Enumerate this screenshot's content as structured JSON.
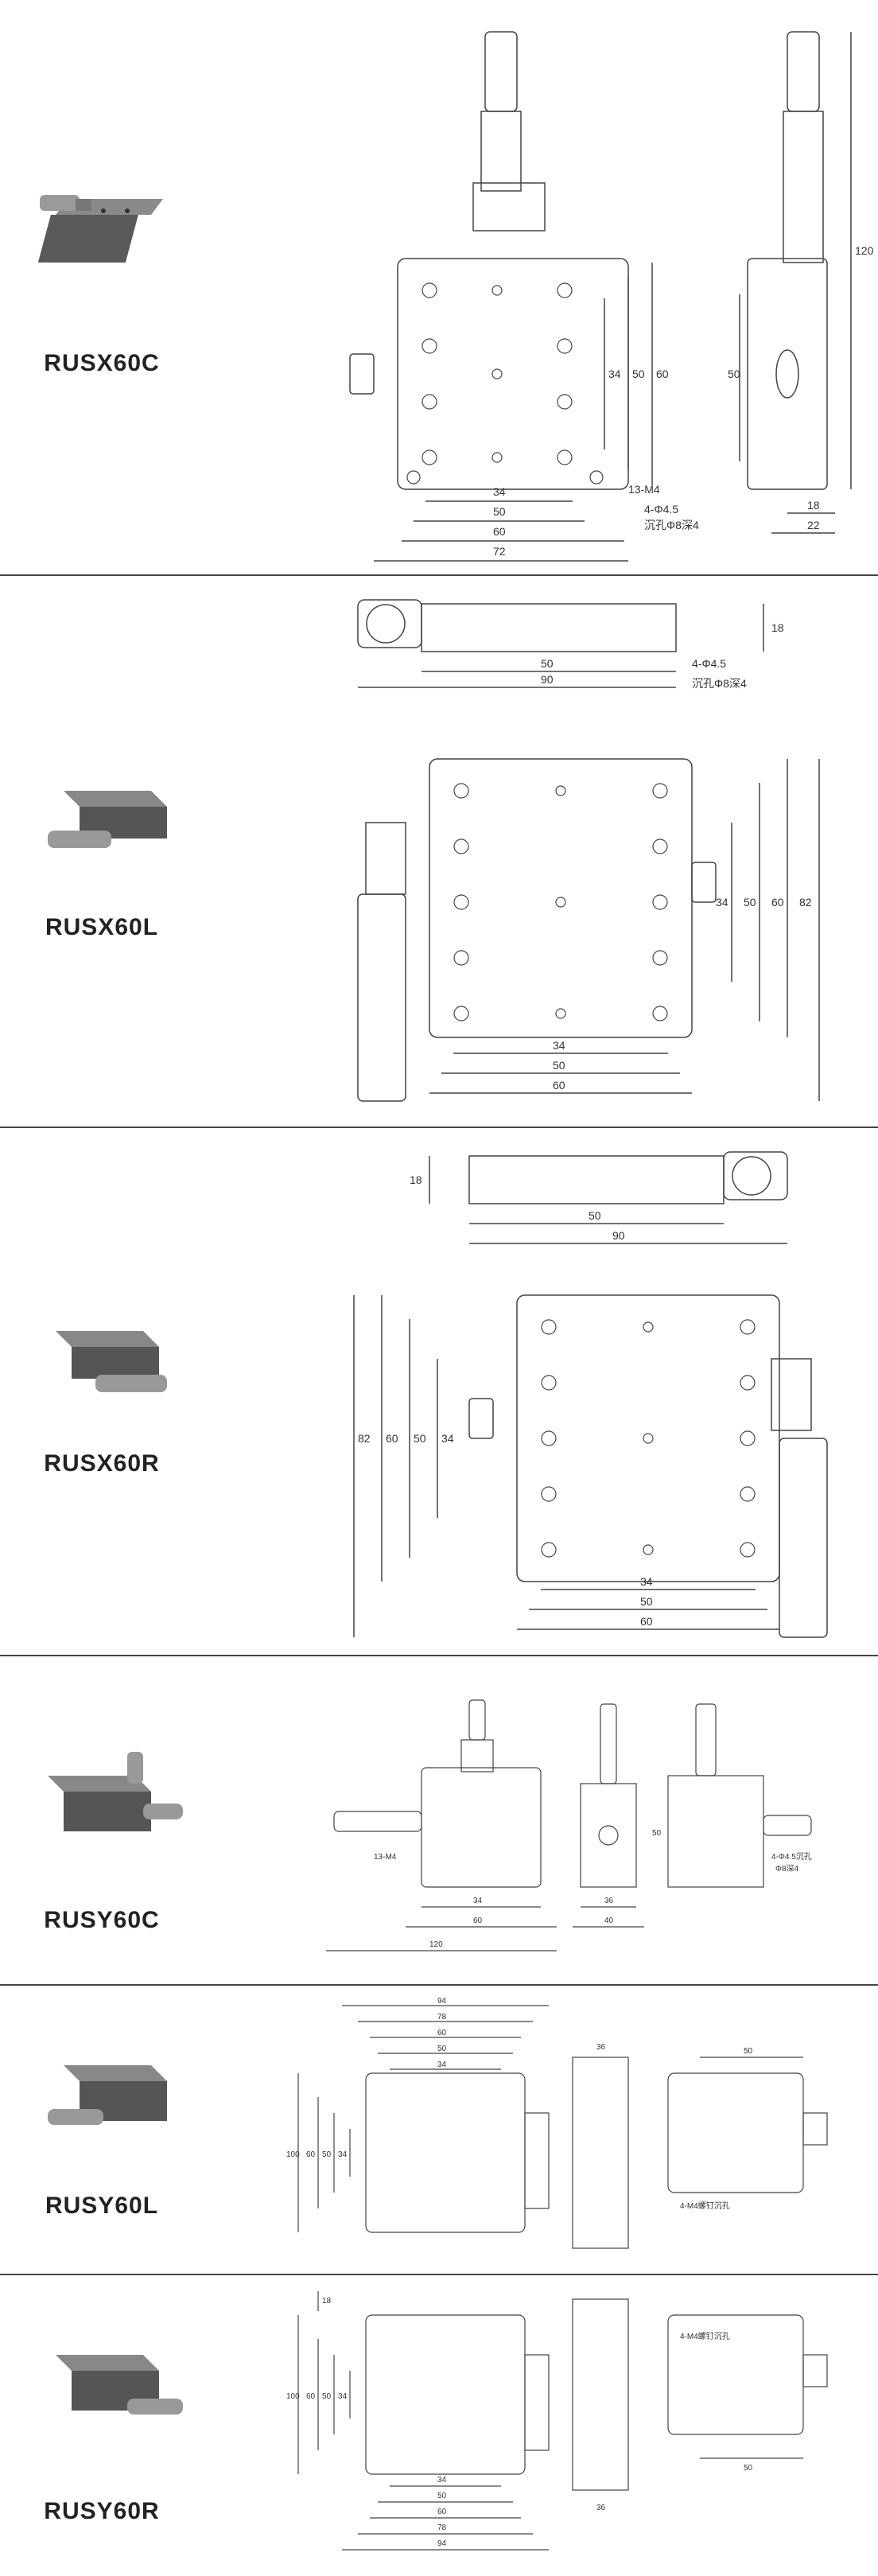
{
  "products": [
    {
      "model": "RUSX60C",
      "front_dims": {
        "w1": "34",
        "w2": "50",
        "w3": "60",
        "w4": "72",
        "h1": "34",
        "h2": "50",
        "h3": "60"
      },
      "side_dims": {
        "h": "50",
        "total": "120",
        "w1": "18",
        "w2": "22"
      },
      "notes": [
        "13-M4",
        "4-Φ4.5",
        "沉孔Φ8深4"
      ]
    },
    {
      "model": "RUSX60L",
      "top_dims": {
        "h": "18",
        "w1": "50",
        "w2": "90"
      },
      "notes": [
        "4-Φ4.5",
        "沉孔Φ8深4"
      ],
      "front_dims": {
        "w1": "34",
        "w2": "50",
        "w3": "60",
        "h1": "34",
        "h2": "50",
        "h3": "60",
        "h4": "82"
      }
    },
    {
      "model": "RUSX60R",
      "top_dims": {
        "h": "18",
        "w1": "50",
        "w2": "90"
      },
      "front_dims": {
        "w1": "34",
        "w2": "50",
        "w3": "60",
        "h1": "34",
        "h2": "50",
        "h3": "60",
        "h4": "82"
      }
    },
    {
      "model": "RUSY60C",
      "dims": {
        "a": "34",
        "b": "50",
        "c": "60",
        "d": "120",
        "e": "36",
        "f": "40",
        "g": "50"
      },
      "notes": [
        "13-M4",
        "4-Φ4.5沉孔",
        "Φ8深4"
      ]
    },
    {
      "model": "RUSY60L",
      "dims": {
        "top1": "94",
        "top2": "78",
        "top3": "60",
        "top4": "50",
        "top5": "34",
        "left1": "100",
        "left2": "60",
        "left3": "50",
        "left4": "34",
        "side": "36",
        "back": "50"
      },
      "notes": [
        "4-M4螺钉沉孔"
      ]
    },
    {
      "model": "RUSY60R",
      "dims": {
        "bot1": "34",
        "bot2": "50",
        "bot3": "60",
        "bot4": "78",
        "bot5": "94",
        "left1": "100",
        "left2": "60",
        "left3": "50",
        "left4": "34",
        "side": "36",
        "back": "50",
        "top": "18"
      },
      "notes": [
        "4-M4螺钉沉孔"
      ]
    }
  ]
}
